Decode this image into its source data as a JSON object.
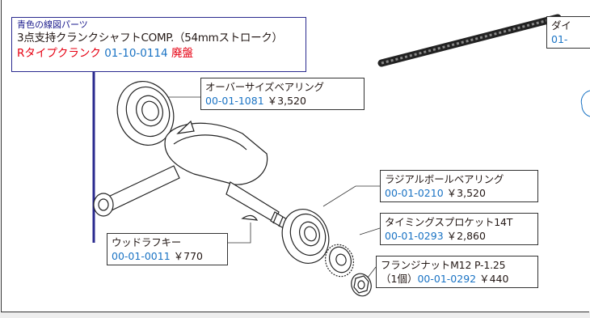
{
  "title": {
    "small": "青色の線図パーツ",
    "main": "3点支持クランクシャフトCOMP.（54mmストローク）",
    "type_label": "Rタイプクランク",
    "part_no": "01-10-0114",
    "status": "廃盤"
  },
  "parts": [
    {
      "name": "オーバーサイズベアリング",
      "part_no": "00-01-1081",
      "price": "￥3,520"
    },
    {
      "name": "ラジアルボールベアリング",
      "part_no": "00-01-0210",
      "price": "￥3,520"
    },
    {
      "name": "タイミングスプロケット14T",
      "part_no": "00-01-0293",
      "price": "￥2,860"
    },
    {
      "name": "フランジナットM12 P-1.25",
      "qty": "（1個）",
      "part_no": "00-01-0292",
      "price": "￥440"
    },
    {
      "name": "ウッドラフキー",
      "part_no": "00-01-0011",
      "price": "￥770"
    }
  ],
  "chain_label": {
    "name": "ダイ",
    "part_no": "01-"
  },
  "colors": {
    "blue_line": "#2a2a8f",
    "part_no": "#1a73c4",
    "discontinued": "#e60012"
  }
}
